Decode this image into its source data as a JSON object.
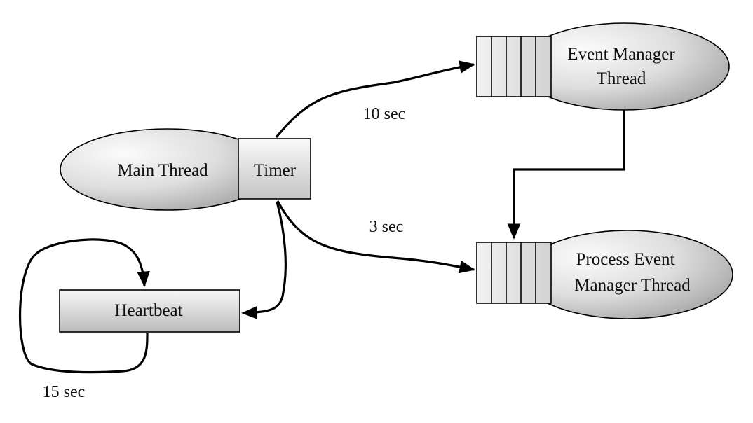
{
  "diagram": {
    "nodes": {
      "main_thread": "Main Thread",
      "timer": "Timer",
      "event_manager": {
        "line1": "Event Manager",
        "line2": "Thread"
      },
      "process_event_manager": {
        "line1": "Process Event",
        "line2": "Manager Thread"
      },
      "heartbeat": "Heartbeat"
    },
    "edges": {
      "timer_to_event_manager": "10 sec",
      "timer_to_process_event_manager": "3 sec",
      "heartbeat_loop": "15 sec"
    },
    "colors": {
      "shape_fill_light": "#f6f6f6",
      "shape_fill_dark": "#b4b4b4",
      "line": "#000000"
    }
  }
}
